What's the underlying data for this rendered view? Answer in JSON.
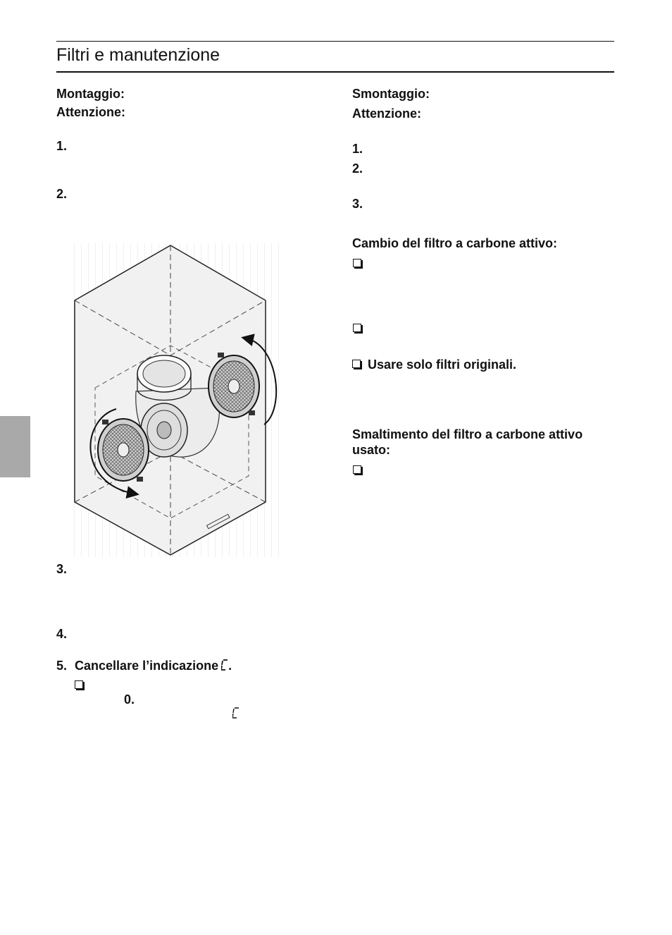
{
  "header": {
    "title": "Filtri e manutenzione"
  },
  "left": {
    "mounting_heading": "Montaggio:",
    "attention_label": "Attenzione:",
    "steps": [
      "1.",
      "2.",
      "3.",
      "4."
    ],
    "step5": {
      "number": "5.",
      "text": "Cancellare l’indicazione",
      "period": "."
    },
    "sub_value": "0."
  },
  "right": {
    "dismount_heading": "Smontaggio:",
    "attention_label": "Attenzione:",
    "steps": [
      "1.",
      "2.",
      "3."
    ],
    "carbon_change_heading": "Cambio del filtro a carbone attivo:",
    "original_filters_item": "Usare solo filtri originali.",
    "disposal_heading_line1": "Smaltimento del filtro a carbone attivo",
    "disposal_heading_line2": "usato:"
  },
  "icons": {
    "checkbox": "checkbox-bullet-icon",
    "display_symbol": "seven-segment-c-icon",
    "illustration": "hood-carbon-filter-illustration"
  },
  "colors": {
    "side_tab": "#a9a9a9",
    "text": "#111111"
  }
}
